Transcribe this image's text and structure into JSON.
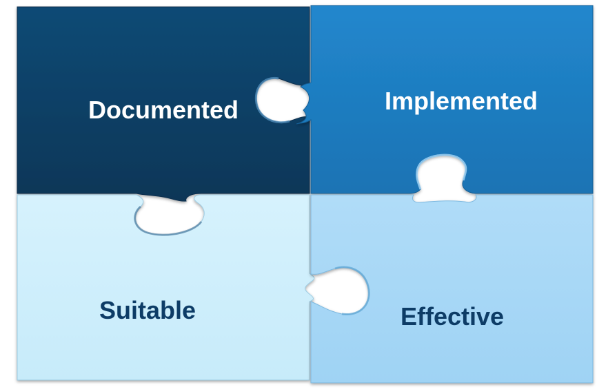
{
  "pieces": {
    "documented": {
      "label": "Documented",
      "fill": "#0b3d63",
      "text_color": "#ffffff"
    },
    "implemented": {
      "label": "Implemented",
      "fill": "#1d7dc1",
      "text_color": "#ffffff"
    },
    "suitable": {
      "label": "Suitable",
      "fill": "#cdeefb",
      "text_color": "#0d3c66"
    },
    "effective": {
      "label": "Effective",
      "fill": "#a6d8f7",
      "text_color": "#0d3c66"
    }
  }
}
